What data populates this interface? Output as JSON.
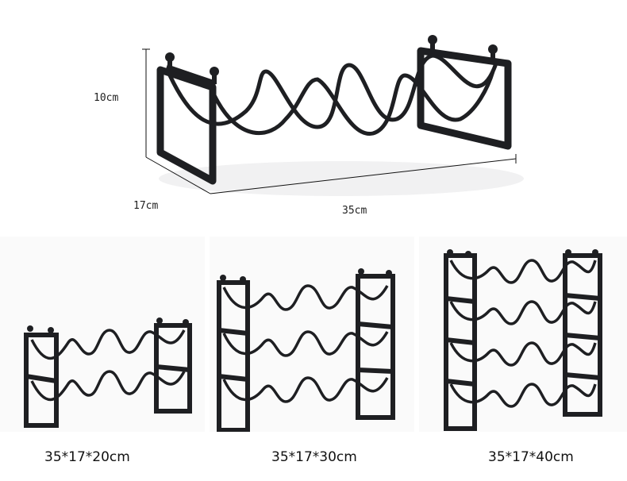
{
  "top_dimensions": {
    "height": "10cm",
    "depth": "17cm",
    "width": "35cm"
  },
  "variants": [
    {
      "label": "35*17*20cm",
      "tiers": 2
    },
    {
      "label": "35*17*30cm",
      "tiers": 3
    },
    {
      "label": "35*17*40cm",
      "tiers": 4
    }
  ],
  "colors": {
    "metal": "#1e1f22",
    "metal_highlight": "#55585d",
    "background": "#ffffff",
    "shadow": "#e9e9ea"
  }
}
